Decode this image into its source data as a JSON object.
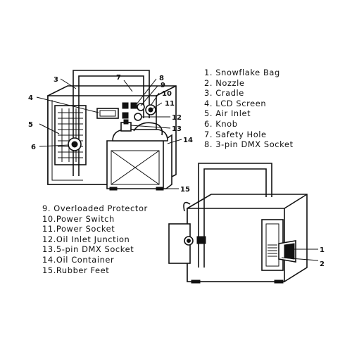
{
  "legend_top": [
    "1. Snowflake Bag",
    "2. Nozzle",
    "3. Cradle",
    "4. LCD Screen",
    "5. Air Inlet",
    "6. Knob",
    "7. Safety Hole",
    "8. 3-pin DMX Socket"
  ],
  "legend_bottom": [
    "9. Overloaded Protector",
    "10.Power Switch",
    "11.Power Socket",
    "12.Oil Inlet Junction",
    "13.5-pin DMX Socket",
    "14.Oil Container",
    "15.Rubber Feet"
  ],
  "callouts": {
    "c1": "1",
    "c2": "2",
    "c3": "3",
    "c4": "4",
    "c5": "5",
    "c6": "6",
    "c7": "7",
    "c8": "8",
    "c9": "9",
    "c10": "10",
    "c11": "11",
    "c12": "12",
    "c13": "13",
    "c14": "14",
    "c15": "15"
  }
}
